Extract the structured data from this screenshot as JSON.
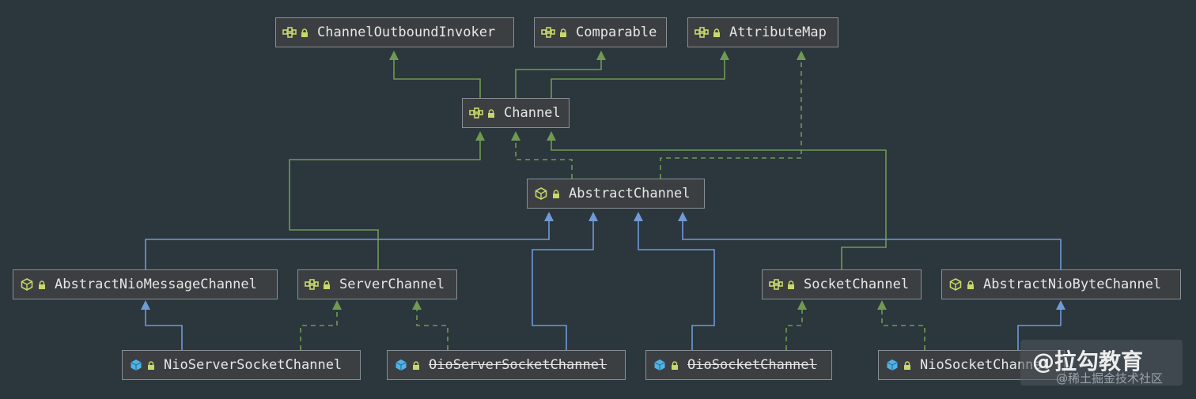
{
  "colors": {
    "background": "#2b363d",
    "extends_edge": "#6f9bd6",
    "implements_edge": "#6f9a52",
    "interface_icon": "#c9d86a",
    "abstract_icon": "#c9d86a",
    "class_icon": "#4fb3e8"
  },
  "nodes": {
    "channel_outbound_invoker": {
      "label": "ChannelOutboundInvoker",
      "kind": "interface"
    },
    "comparable": {
      "label": "Comparable",
      "kind": "interface"
    },
    "attribute_map": {
      "label": "AttributeMap",
      "kind": "interface"
    },
    "channel": {
      "label": "Channel",
      "kind": "interface"
    },
    "abstract_channel": {
      "label": "AbstractChannel",
      "kind": "abstract-class"
    },
    "abstract_nio_message_channel": {
      "label": "AbstractNioMessageChannel",
      "kind": "abstract-class"
    },
    "server_channel": {
      "label": "ServerChannel",
      "kind": "interface"
    },
    "socket_channel": {
      "label": "SocketChannel",
      "kind": "interface"
    },
    "abstract_nio_byte_channel": {
      "label": "AbstractNioByteChannel",
      "kind": "abstract-class"
    },
    "nio_server_socket_channel": {
      "label": "NioServerSocketChannel",
      "kind": "class"
    },
    "oio_server_socket_channel": {
      "label": "OioServerSocketChannel",
      "kind": "class",
      "deprecated": true
    },
    "oio_socket_channel": {
      "label": "OioSocketChannel",
      "kind": "class",
      "deprecated": true
    },
    "nio_socket_channel": {
      "label": "NioSocketChannel",
      "kind": "class"
    }
  },
  "watermark": {
    "main": "@拉勾教育",
    "sub": "@稀土掘金技术社区"
  }
}
